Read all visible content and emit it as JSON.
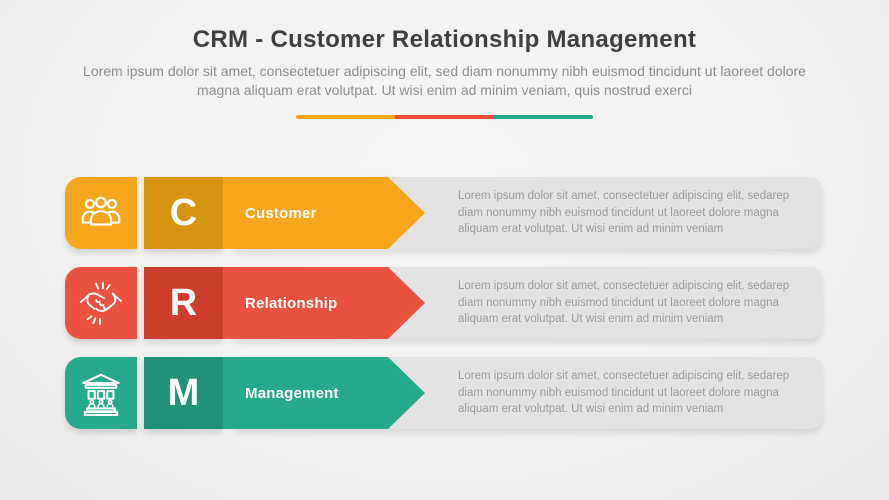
{
  "header": {
    "title": "CRM - Customer Relationship Management",
    "subtitle": "Lorem ipsum dolor sit amet, consectetuer adipiscing elit, sed diam nonummy nibh euismod tincidunt ut laoreet dolore magna aliquam erat volutpat. Ut wisi enim ad minim veniam, quis nostrud exerci",
    "divider_colors": [
      "#F5A41C",
      "#E8503C",
      "#27AA8C"
    ]
  },
  "rows": [
    {
      "letter": "C",
      "label": "Customer",
      "icon": "group-icon",
      "color": "#F5A61D",
      "color_dark": "#D69410",
      "description": "Lorem ipsum dolor sit amet, consectetuer adipiscing elit, sedarep diam nonummy nibh euismod tincidunt ut laoreet dolore magna aliquam erat volutpat. Ut wisi enim ad minim veniam"
    },
    {
      "letter": "R",
      "label": "Relationship",
      "icon": "handshake-icon",
      "color": "#E8523F",
      "color_dark": "#CC3D2B",
      "description": "Lorem ipsum dolor sit amet, consectetuer adipiscing elit, sedarep diam nonummy nibh euismod tincidunt ut laoreet dolore magna aliquam erat volutpat. Ut wisi enim ad minim veniam"
    },
    {
      "letter": "M",
      "label": "Management",
      "icon": "bank-icon",
      "color": "#27AA8C",
      "color_dark": "#1E9377",
      "description": "Lorem ipsum dolor sit amet, consectetuer adipiscing elit, sedarep diam nonummy nibh euismod tincidunt ut laoreet dolore magna aliquam erat volutpat. Ut wisi enim ad minim veniam"
    }
  ],
  "panel": {
    "background": "#E3E3E3"
  }
}
